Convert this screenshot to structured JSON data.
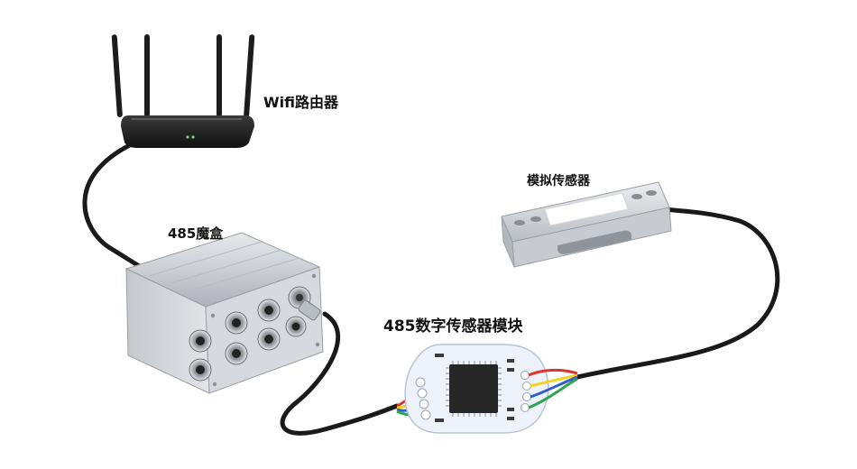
{
  "labels": {
    "router": "Wifi路由器",
    "analog_sensor": "模拟传感器",
    "box": "485魔盒",
    "module": "485数字传感器模块"
  },
  "colors": {
    "cable": "#1a1a1a",
    "aluminum": "#cfd2d6",
    "router_body": "#2a2a2a",
    "pcb": "#eef3fb",
    "chip": "#262626",
    "wire_red": "#e0322e",
    "wire_yellow": "#f2d21b",
    "wire_blue": "#2d5fd0",
    "wire_green": "#2ea44f"
  }
}
